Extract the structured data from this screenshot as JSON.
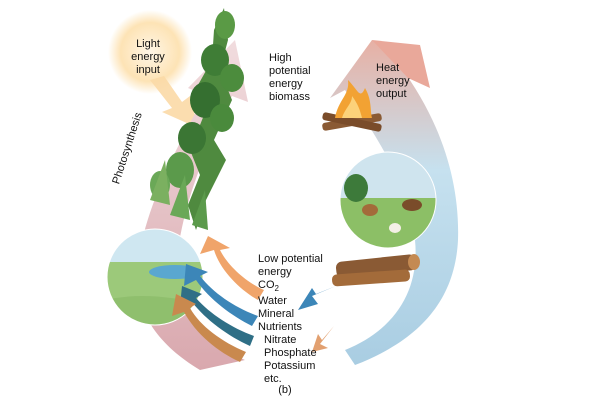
{
  "labels": {
    "light_input": "Light\nenergy\ninput",
    "photosynthesis": "Photosynthesis",
    "high_potential": "High\npotential\nenergy\nbiomass",
    "heat_output": "Heat\nenergy\noutput",
    "low_potential_line1": "Low potential",
    "low_potential_line2": "energy",
    "co2_main": "CO",
    "co2_sub": "2",
    "water": "Water",
    "mineral": "Mineral",
    "nutrients": "Nutrients",
    "nitrate": "Nitrate",
    "phosphate": "Phosphate",
    "potassium": "Potassium",
    "etc": "etc.",
    "panel": "(b)"
  },
  "colors": {
    "sun_glow": "#fde3b5",
    "photosynthesis_band": "#e6c3c8",
    "heat_band": "#b7d8ea",
    "heat_tip": "#e9a89a",
    "arrow_orange": "#f0a46a",
    "arrow_blue": "#3c86b8",
    "arrow_teal": "#2f6f86",
    "arrow_brown": "#c9894e",
    "plant_green": "#3d7a3a",
    "fire": "#f2a233"
  }
}
